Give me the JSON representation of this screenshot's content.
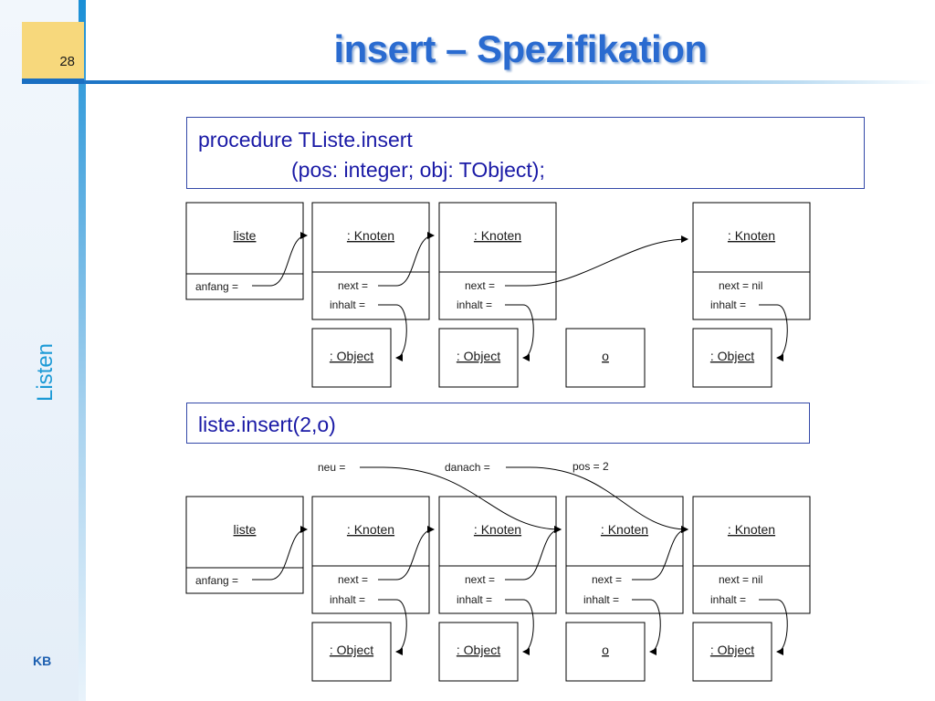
{
  "page_number": "28",
  "title": "insert – Spezifikation",
  "sidebar_label": "Listen",
  "footer_label": "KB",
  "code": {
    "line1": "procedure TListe.insert",
    "line2": "(pos: integer; obj: TObject);"
  },
  "call": "liste.insert(2,o)",
  "diagram": {
    "liste_label": "liste",
    "anfang_label": "anfang  =",
    "knoten_label": ": Knoten",
    "next_label": "next  =",
    "next_nil_label": "next  =  nil",
    "inhalt_label": "inhalt  =",
    "object_label": ": Object",
    "o_label": "o",
    "neu_label": "neu  =",
    "danach_label": "danach  =",
    "pos_label": "pos  =  2"
  }
}
